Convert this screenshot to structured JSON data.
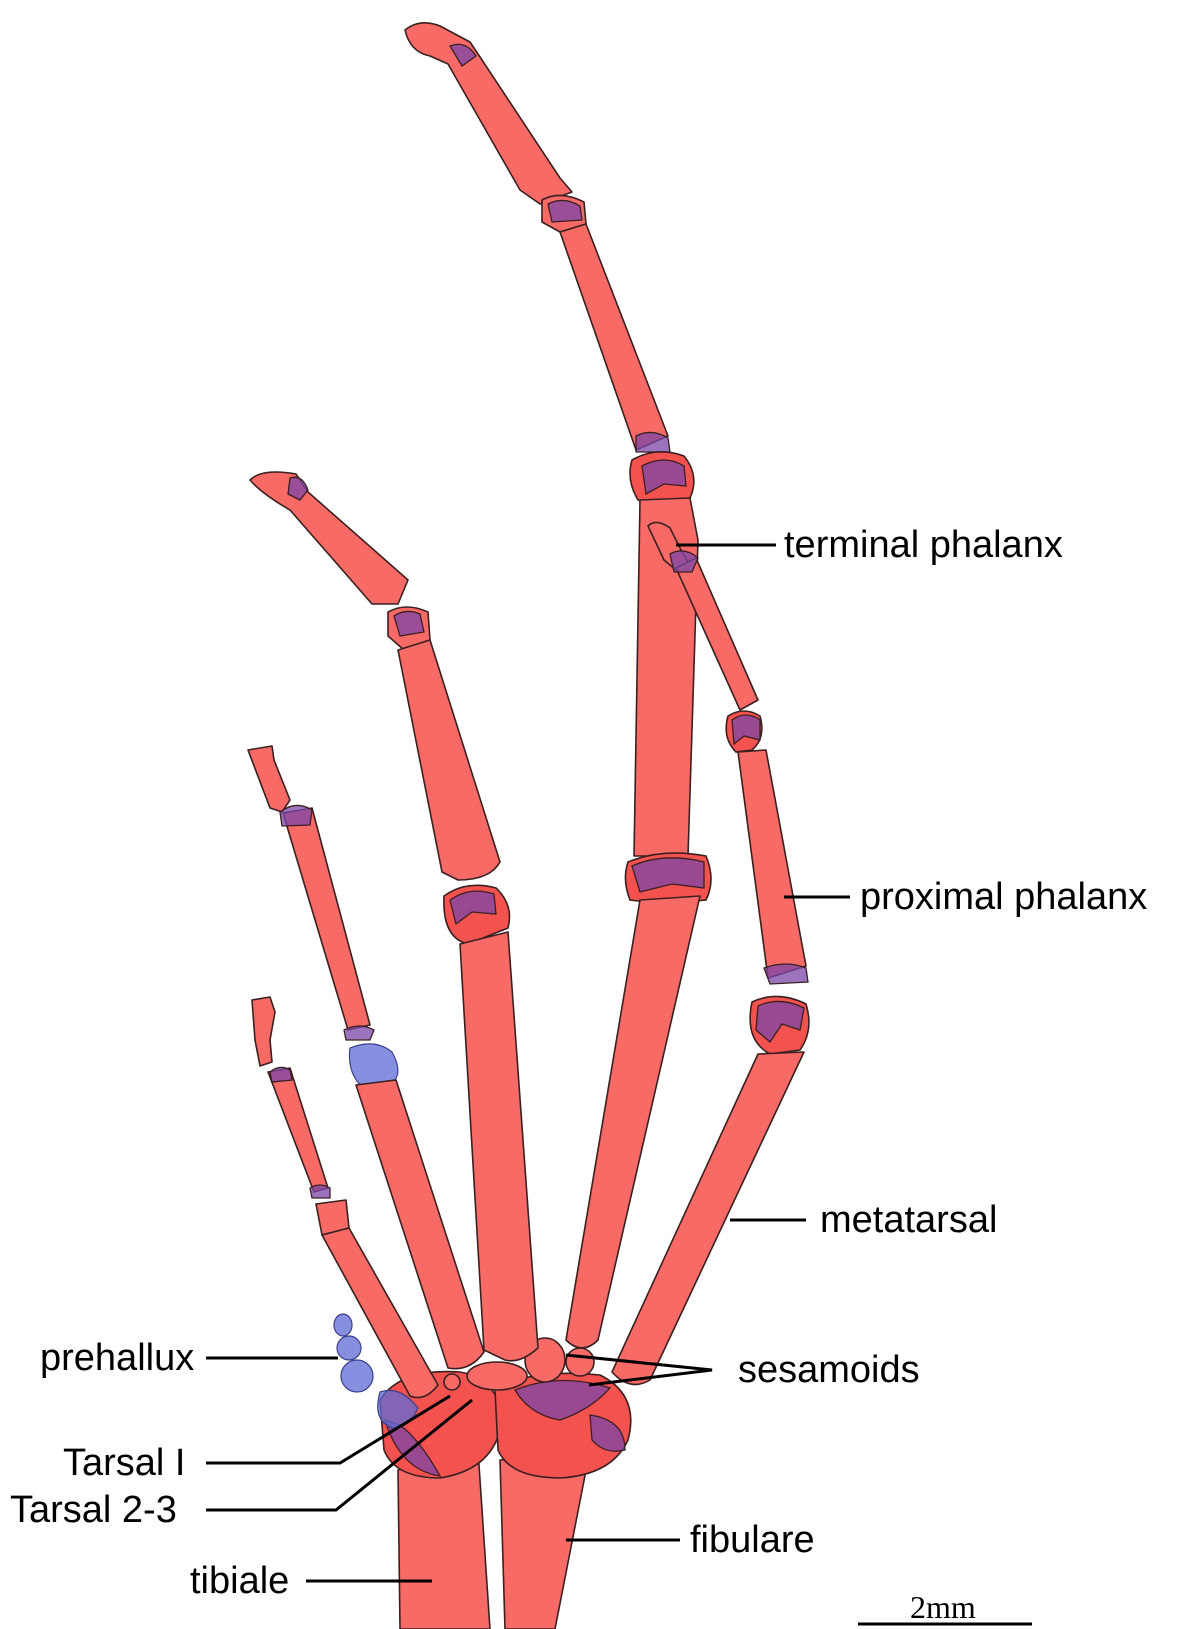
{
  "labels": {
    "terminal_phalanx": "terminal phalanx",
    "proximal_phalanx": "proximal phalanx",
    "metatarsal": "metatarsal",
    "sesamoids": "sesamoids",
    "prehallux": "prehallux",
    "tarsal_1": "Tarsal I",
    "tarsal_2_3": "Tarsal 2-3",
    "tibiale": "tibiale",
    "fibulare": "fibulare",
    "scale": "2mm"
  },
  "colors": {
    "bone": "#f76a66",
    "cartilage": "#7b46a8",
    "prehallux": "#5f6bd6",
    "outline": "#3a2020"
  }
}
